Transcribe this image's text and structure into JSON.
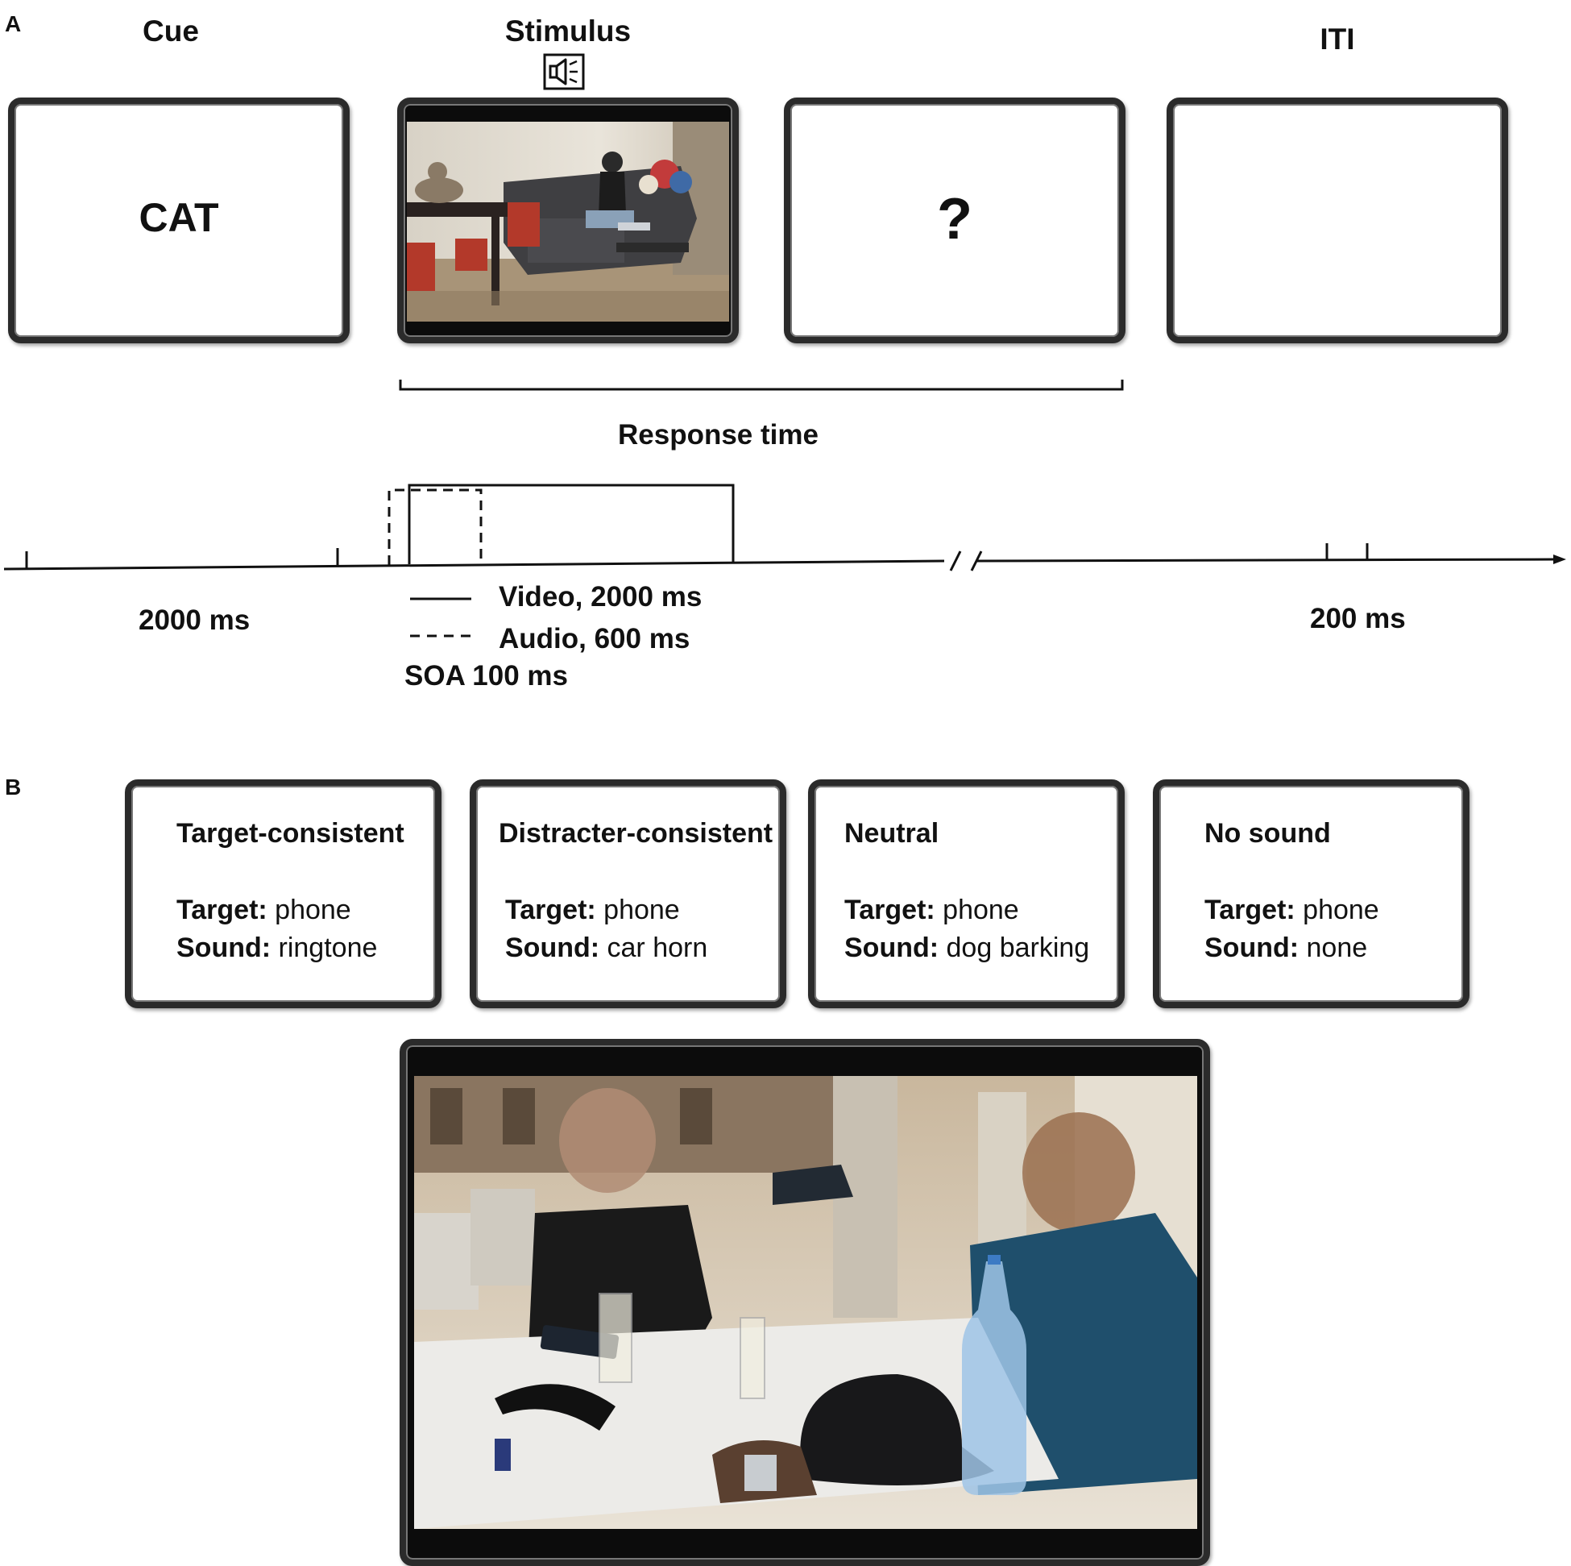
{
  "panel_a": {
    "letter": "A",
    "cue_header": "Cue",
    "stimulus_header": "Stimulus",
    "iti_header": "ITI",
    "cue_word": "CAT",
    "question_mark": "?",
    "response_time_label": "Response time",
    "cue_duration_label": "2000 ms",
    "iti_duration_label": "200 ms",
    "legend": {
      "video": "Video, 2000 ms",
      "audio": "Audio, 600 ms",
      "soa": "SOA 100 ms"
    },
    "icons": [
      "speaker-icon"
    ]
  },
  "panel_b": {
    "letter": "B",
    "conditions": [
      {
        "title": "Target-consistent",
        "target_label": "Target:",
        "target_value": " phone",
        "sound_label": "Sound:",
        "sound_value": " ringtone"
      },
      {
        "title": "Distracter-consistent",
        "target_label": "Target:",
        "target_value": " phone",
        "sound_label": "Sound:",
        "sound_value": " car horn"
      },
      {
        "title": "Neutral",
        "target_label": "Target:",
        "target_value": " phone",
        "sound_label": "Sound:",
        "sound_value": " dog barking"
      },
      {
        "title": "No sound",
        "target_label": "Target:",
        "target_value": " phone",
        "sound_label": "Sound:",
        "sound_value": " none"
      }
    ]
  }
}
